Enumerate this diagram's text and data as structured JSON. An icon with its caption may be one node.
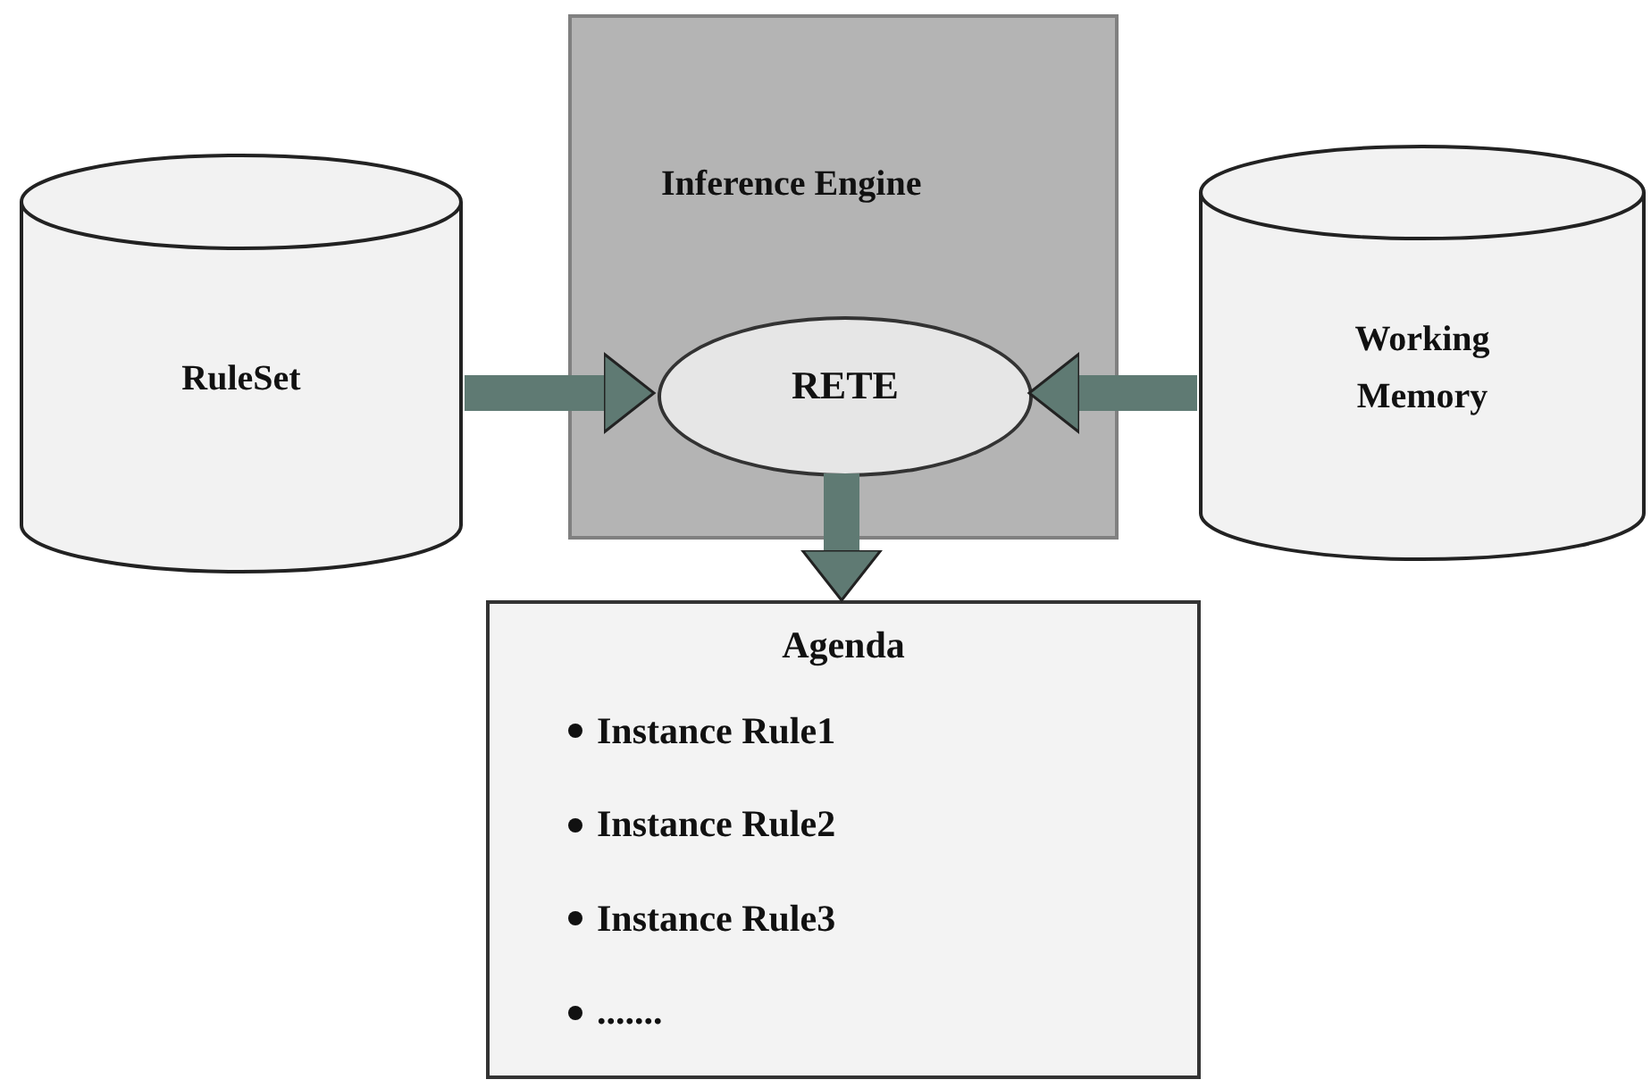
{
  "diagram": {
    "nodes": [
      {
        "text": [
          "RuleSet"
        ]
      },
      {
        "text": [
          "Inference Engine"
        ]
      },
      {
        "text": [
          "RETE"
        ],
        "in": 1
      },
      {
        "text": [
          "Working Memory"
        ]
      },
      {
        "text": [
          "Agenda",
          "Instance Rule1",
          "Instance Rule2",
          "Instance Rule3",
          "......."
        ]
      }
    ],
    "edges": [
      {
        "from": 0,
        "to": 2,
        "arrow": "to"
      },
      {
        "from": 3,
        "to": 2,
        "arrow": "to"
      },
      {
        "from": 2,
        "to": 4,
        "arrow": "to"
      }
    ]
  }
}
